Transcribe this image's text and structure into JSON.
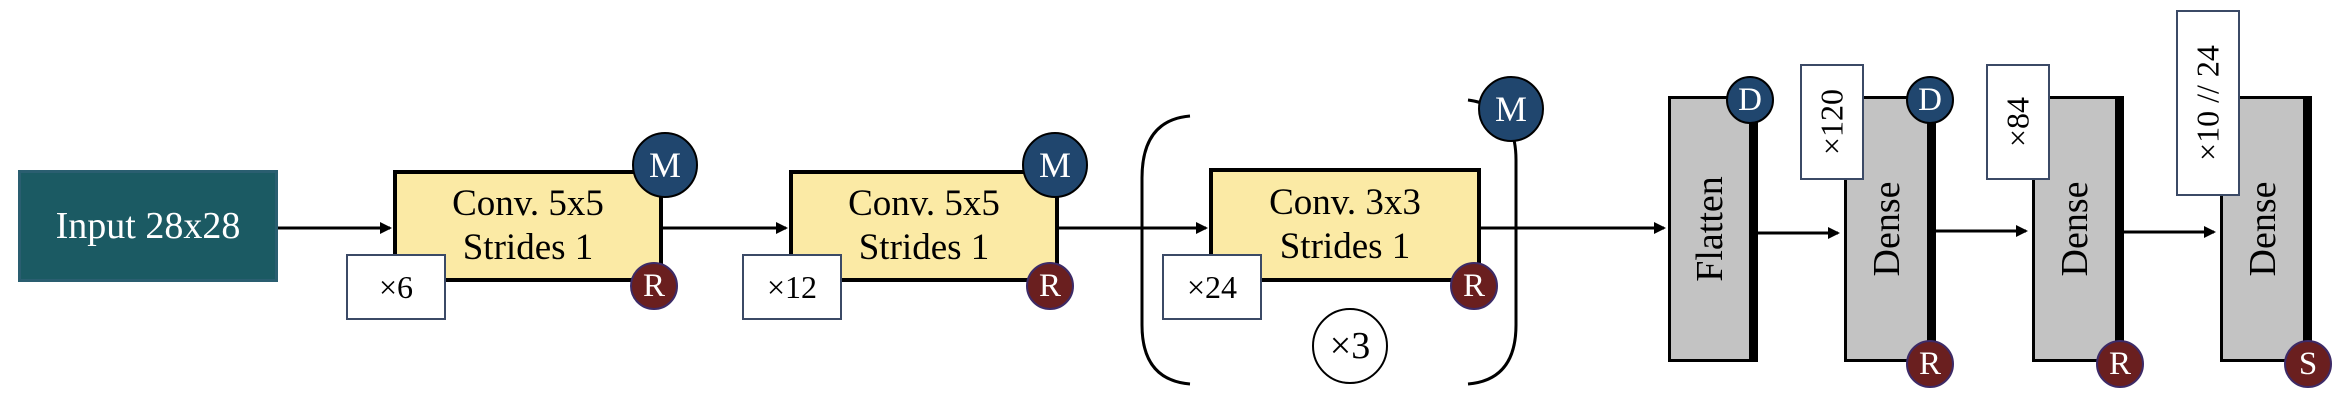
{
  "input": {
    "label": "Input 28x28"
  },
  "conv_blocks": [
    {
      "line1": "Conv. 5x5",
      "line2": "Strides 1",
      "multiplier": "×6"
    },
    {
      "line1": "Conv. 5x5",
      "line2": "Strides 1",
      "multiplier": "×12"
    },
    {
      "line1": "Conv. 3x3",
      "line2": "Strides 1",
      "multiplier": "×24"
    }
  ],
  "repeat_label": "×3",
  "flatten": {
    "label": "Flatten"
  },
  "dense_layers": [
    {
      "label": "Dense",
      "multiplier": "×120"
    },
    {
      "label": "Dense",
      "multiplier": "×84"
    },
    {
      "label": "Dense",
      "multiplier": "×10 // 24"
    }
  ],
  "badges": {
    "maxpool": "M",
    "relu": "R",
    "dropout": "D",
    "softmax": "S"
  },
  "colors": {
    "input_fill": "#1b5a63",
    "conv_fill": "#fbeaa5",
    "dense_fill": "#c3c3c3",
    "badge_m_d": "#20466e",
    "badge_r_s": "#6a1f1f"
  }
}
